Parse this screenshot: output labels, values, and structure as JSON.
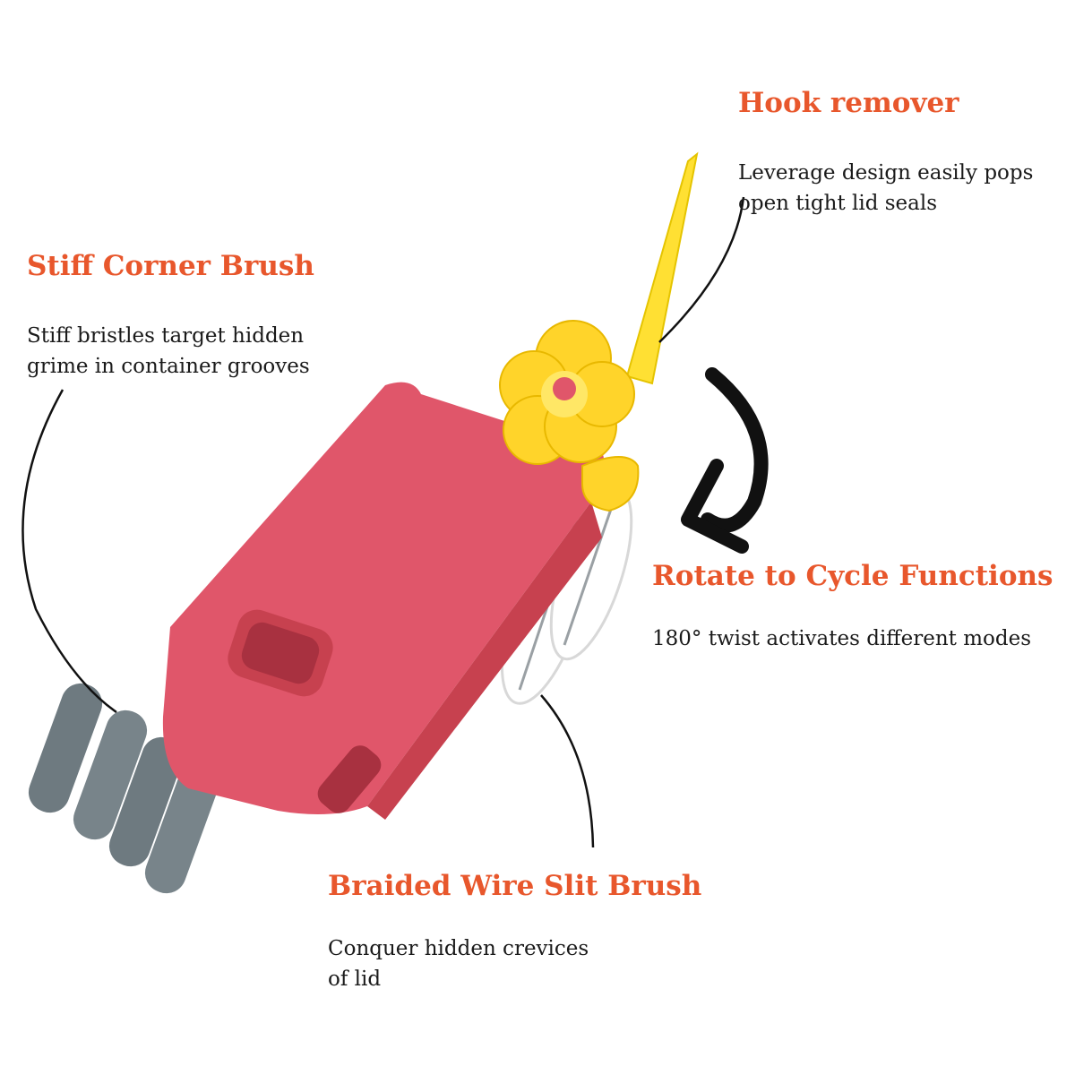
{
  "callouts": {
    "hook": {
      "title": "Hook remover",
      "description": "Leverage design easily pops open tight lid seals"
    },
    "stiff": {
      "title": "Stiff Corner Brush",
      "description": "Stiff bristles target hidden grime in container grooves"
    },
    "rotate": {
      "title": "Rotate to Cycle Functions",
      "description": "180° twist activates different modes"
    },
    "braided": {
      "title": "Braided Wire Slit Brush",
      "description": "Conquer hidden crevices of lid"
    }
  },
  "colors": {
    "accent": "#e8572c",
    "handle": "#e0566a",
    "handle_dark": "#c7414f",
    "flower": "#ffd42a",
    "bristle": "#6e7a80",
    "text": "#1a1a1a"
  }
}
